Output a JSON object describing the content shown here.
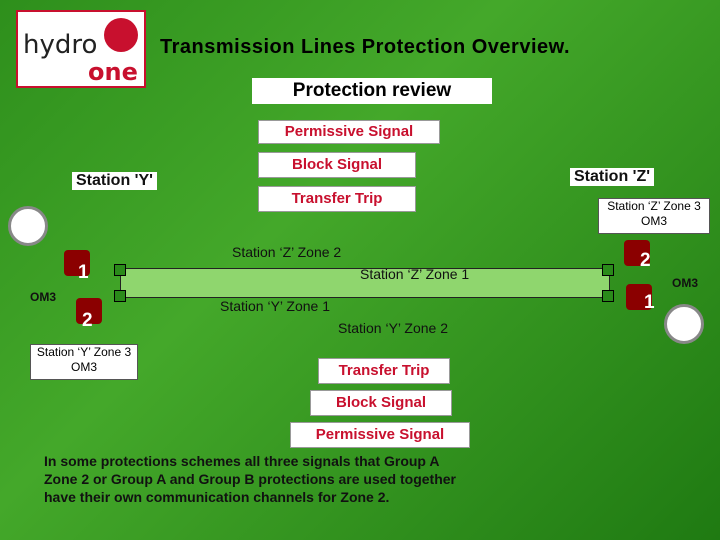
{
  "header": {
    "logo_hydro": "hydro",
    "logo_one": "one",
    "title": "Transmission Lines Protection Overview.",
    "subtitle": "Protection review"
  },
  "signals_top": [
    "Permissive Signal",
    "Block Signal",
    "Transfer Trip"
  ],
  "signals_bottom": [
    "Transfer Trip",
    "Block Signal",
    "Permissive Signal"
  ],
  "stations": {
    "left": "Station 'Y'",
    "right": "Station 'Z'",
    "left_zone3": "Station ‘Y’ Zone 3 OM3",
    "right_zone3": "Station ‘Z’ Zone 3 OM3",
    "om3_left": "OM3",
    "om3_right": "OM3"
  },
  "zones": {
    "z_zone2": "Station ‘Z’ Zone 2",
    "z_zone1": "Station ‘Z’ Zone 1",
    "y_zone1": "Station ‘Y’ Zone 1",
    "y_zone2": "Station ‘Y’ Zone 2"
  },
  "relays": {
    "left_top": "1",
    "left_bottom": "2",
    "right_top": "2",
    "right_bottom": "1"
  },
  "footer_lines": [
    "In some protections schemes all three signals that Group A",
    "Zone 2 or Group A and Group B protections are used together",
    "have their own communication channels for Zone 2."
  ],
  "colors": {
    "background": "#3a9a22",
    "accent_red": "#c8102e"
  }
}
